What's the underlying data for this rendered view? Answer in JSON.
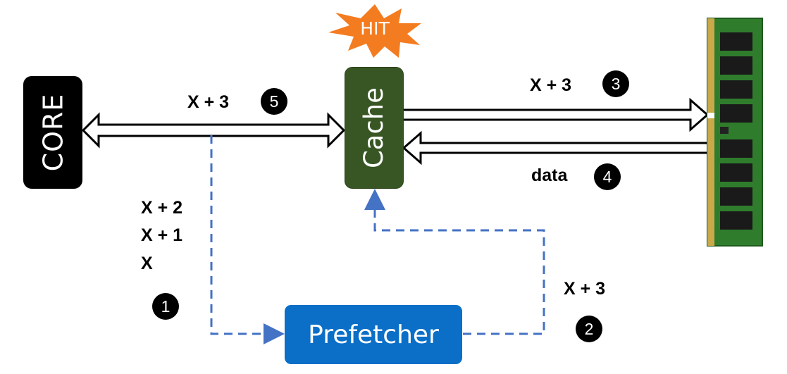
{
  "nodes": {
    "core": "CORE",
    "cache": "Cache",
    "prefetcher": "Prefetcher",
    "hit": "HIT"
  },
  "labels": {
    "core_cache": "X + 3",
    "cache_memory": "X + 3",
    "memory_cache": "data",
    "prefetcher_cache": "X + 3",
    "access_x2": "X + 2",
    "access_x1": "X + 1",
    "access_x": "X"
  },
  "steps": [
    "1",
    "2",
    "3",
    "4",
    "5"
  ],
  "memory_module_icon": "ram-stick-icon",
  "colors": {
    "core": "#000000",
    "cache": "#375623",
    "prefetcher": "#0b6fc7",
    "dashed_line": "#4472c4",
    "hit_burst": "#f47c20"
  }
}
